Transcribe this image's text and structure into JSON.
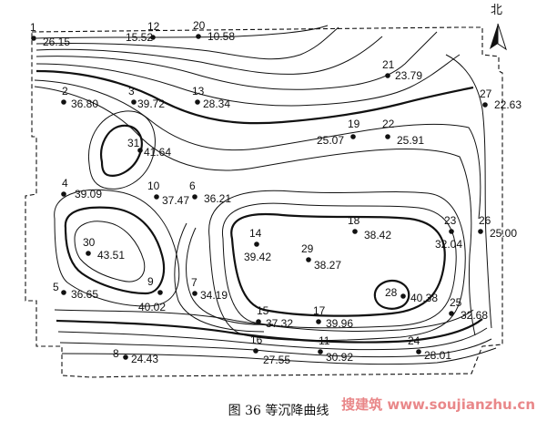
{
  "caption": "图 36   等沉降曲线",
  "north_label": "北",
  "watermark": "搜建筑 www.soujianzhu.cn",
  "points": [
    {
      "id": "1",
      "value": "26.15"
    },
    {
      "id": "12",
      "value": "15.52"
    },
    {
      "id": "20",
      "value": "10.58"
    },
    {
      "id": "21",
      "value": "23.79"
    },
    {
      "id": "27",
      "value": "22.63"
    },
    {
      "id": "2",
      "value": "36.80"
    },
    {
      "id": "3",
      "value": "39.72"
    },
    {
      "id": "13",
      "value": "28.34"
    },
    {
      "id": "19",
      "value": "25.07"
    },
    {
      "id": "22",
      "value": "25.91"
    },
    {
      "id": "31",
      "value": "41.64"
    },
    {
      "id": "4",
      "value": "39.09"
    },
    {
      "id": "10",
      "value": "37.47"
    },
    {
      "id": "6",
      "value": "36.21"
    },
    {
      "id": "14",
      "value": "39.42"
    },
    {
      "id": "29",
      "value": "38.27"
    },
    {
      "id": "18",
      "value": "38.42"
    },
    {
      "id": "23",
      "value": "32.04"
    },
    {
      "id": "26",
      "value": "25.00"
    },
    {
      "id": "30",
      "value": "43.51"
    },
    {
      "id": "5",
      "value": "36.65"
    },
    {
      "id": "9",
      "value": "40.02"
    },
    {
      "id": "7",
      "value": "34.19"
    },
    {
      "id": "28",
      "value": "40.38"
    },
    {
      "id": "15",
      "value": "37.32"
    },
    {
      "id": "17",
      "value": "39.96"
    },
    {
      "id": "25",
      "value": "32.68"
    },
    {
      "id": "16",
      "value": "27.55"
    },
    {
      "id": "11",
      "value": "30.92"
    },
    {
      "id": "24",
      "value": "28.01"
    },
    {
      "id": "8",
      "value": "24.43"
    }
  ]
}
